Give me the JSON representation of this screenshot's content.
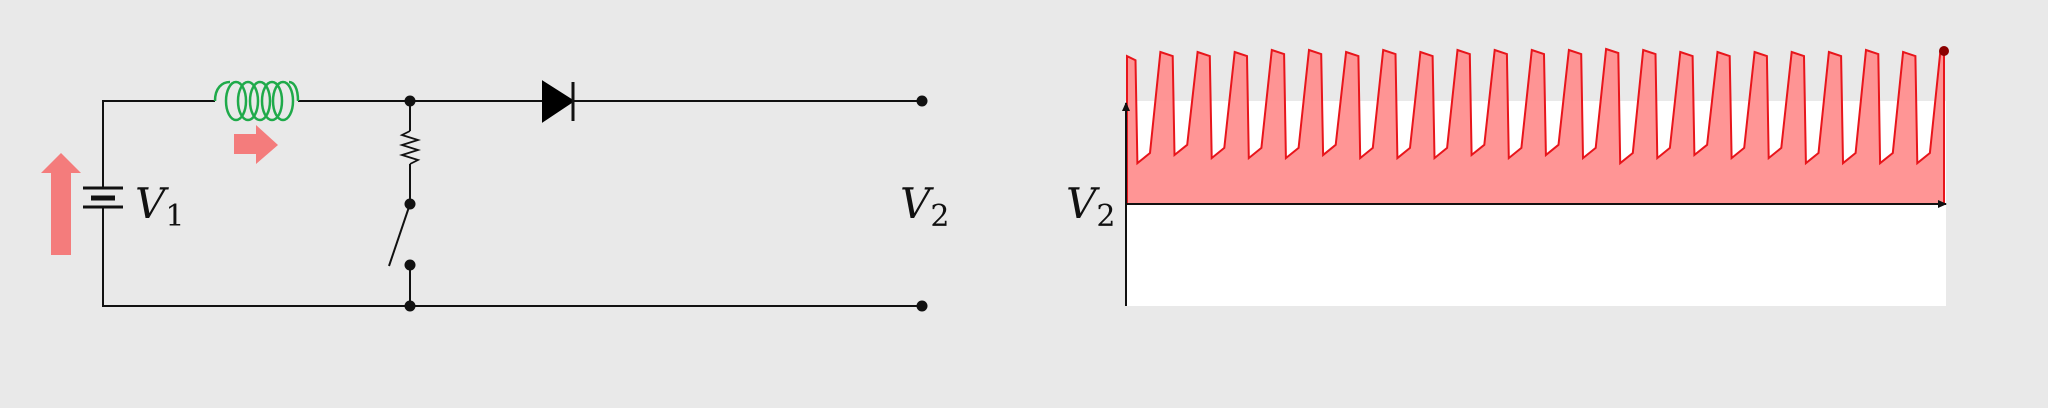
{
  "circuit": {
    "source_label": {
      "main": "V",
      "sub": "1"
    },
    "output_label": {
      "main": "V",
      "sub": "2"
    },
    "colors": {
      "wire": "#111111",
      "inductor": "#1faa4a",
      "current_arrow": "#f47c7c",
      "diode": "#000000"
    },
    "icons": {
      "battery": "battery-icon",
      "inductor": "inductor-coil-icon",
      "resistor": "resistor-icon",
      "switch": "open-switch-icon",
      "diode": "diode-icon",
      "current_arrow": "current-arrow-icon"
    }
  },
  "plot": {
    "ylabel": {
      "main": "V",
      "sub": "2"
    },
    "colors": {
      "fill": "#ff8c8c",
      "stroke": "#e8151b",
      "endpoint": "#8b0000",
      "axis": "#111111",
      "plot_bg": "#ffffff"
    }
  },
  "chart_data": {
    "type": "area",
    "title": "",
    "xlabel": "",
    "ylabel": "V2",
    "grid": false,
    "pulse_count": 22,
    "baseline": 0,
    "pulse_peaks": [
      1.45,
      1.49,
      1.49,
      1.49,
      1.51,
      1.51,
      1.49,
      1.51,
      1.49,
      1.51,
      1.51,
      1.51,
      1.51,
      1.52,
      1.51,
      1.49,
      1.49,
      1.49,
      1.49,
      1.49,
      1.51,
      1.49
    ],
    "pulse_troughs": [
      0.4,
      0.48,
      0.45,
      0.45,
      0.45,
      0.48,
      0.45,
      0.45,
      0.45,
      0.48,
      0.45,
      0.48,
      0.45,
      0.4,
      0.45,
      0.48,
      0.45,
      0.45,
      0.4,
      0.4,
      0.4,
      0.4
    ]
  }
}
